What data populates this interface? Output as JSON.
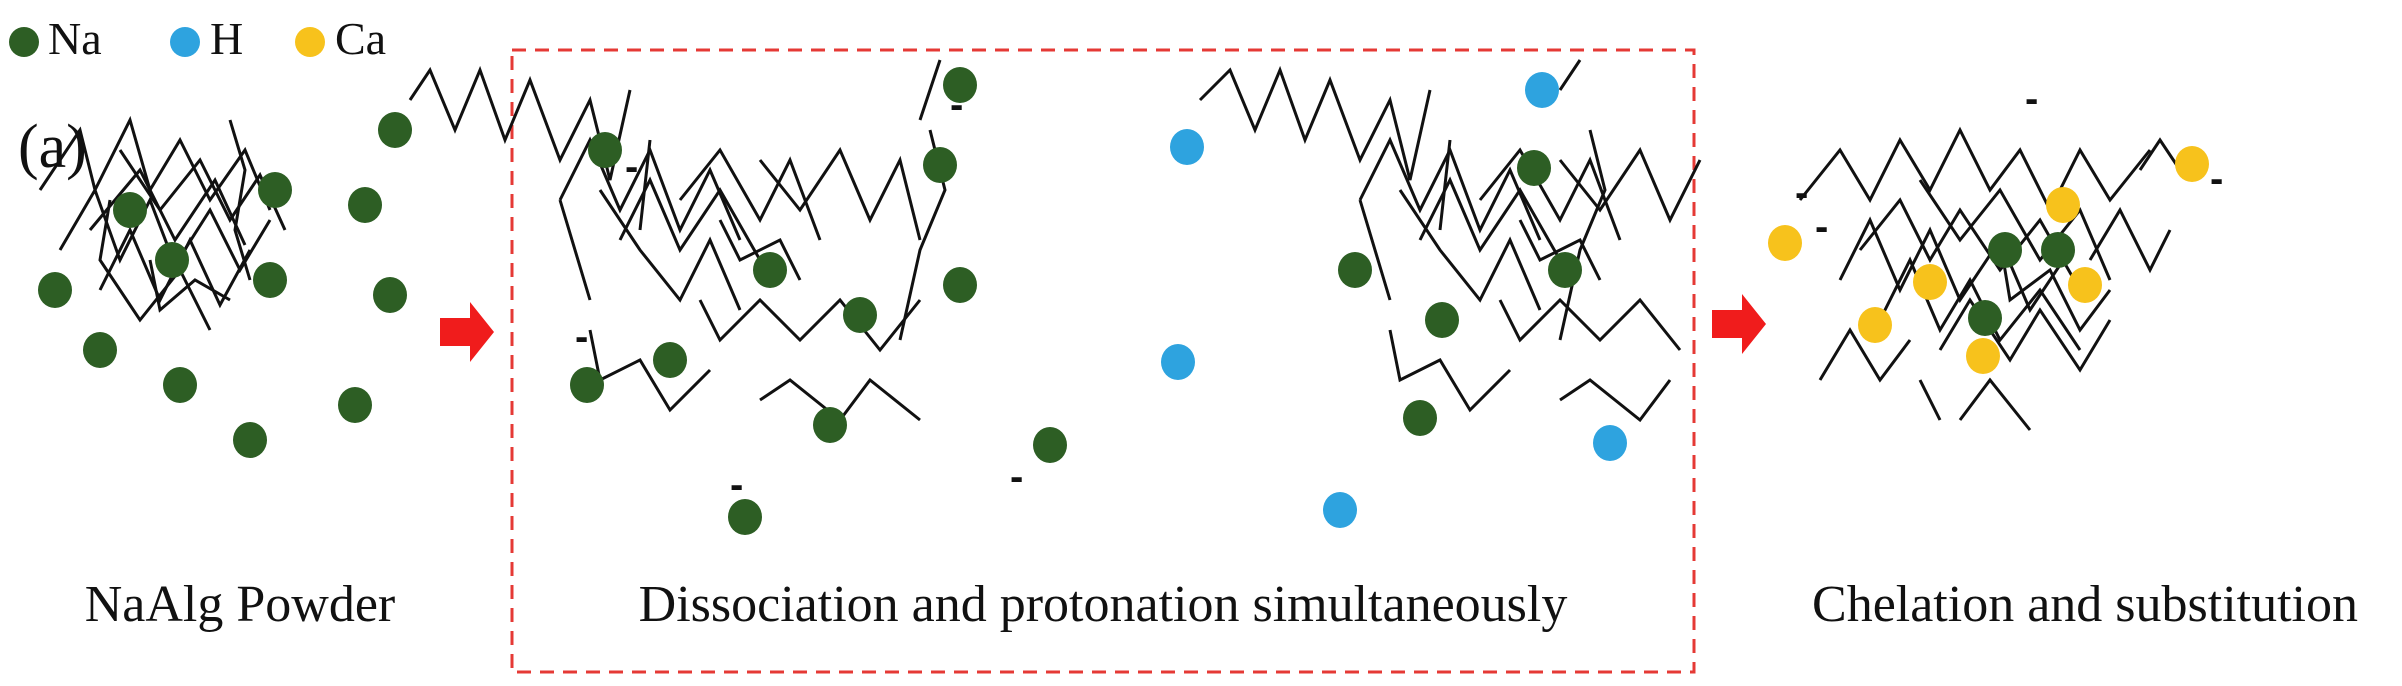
{
  "legend": {
    "items": [
      {
        "key": "na",
        "label": "Na",
        "color": "#2d5e24"
      },
      {
        "key": "h",
        "label": "H",
        "color": "#2ea3df"
      },
      {
        "key": "ca",
        "label": "Ca",
        "color": "#f7c21c"
      }
    ]
  },
  "panel_label": "(a)",
  "captions": {
    "powder": "NaAlg Powder",
    "middle": "Dissociation and protonation simultaneously",
    "right": "Chelation and substitution"
  },
  "colors": {
    "box_border": "#e53935",
    "arrow": "#f01c1c",
    "chain": "#111111",
    "na": "#2d5e24",
    "h": "#2ea3df",
    "ca": "#f7c21c"
  },
  "charge_symbol": "-"
}
